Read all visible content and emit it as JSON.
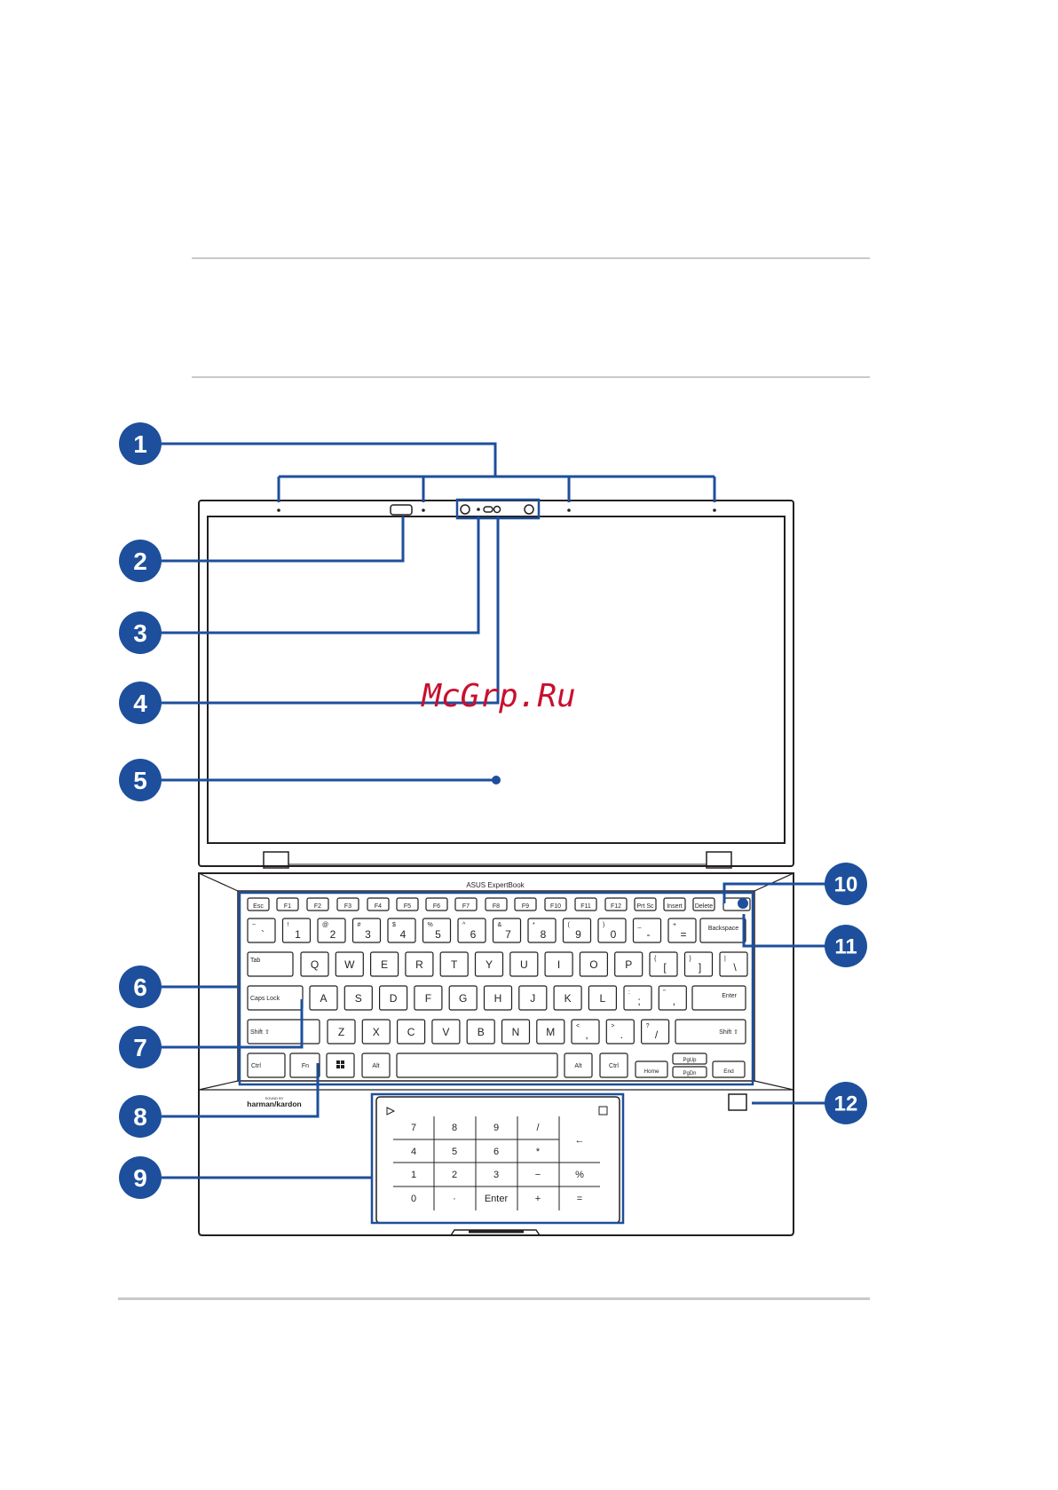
{
  "colors": {
    "callout": "#1d4f9c",
    "watermark": "#c8102e",
    "outline": "#231f20",
    "rule": "#c9c9c9"
  },
  "watermark": "McGrp.Ru",
  "brand": "ASUS ExpertBook",
  "speaker_brand": {
    "top": "SOUND BY",
    "name": "harman/kardon"
  },
  "callouts": [
    "1",
    "2",
    "3",
    "4",
    "5",
    "6",
    "7",
    "8",
    "9",
    "10",
    "11",
    "12"
  ],
  "keyboard": {
    "fn_row": [
      "Esc",
      "F1",
      "F2",
      "F3",
      "F4",
      "F5",
      "F6",
      "F7",
      "F8",
      "F9",
      "F10",
      "F11",
      "F12",
      "Prt Sc",
      "Insert",
      "Delete"
    ],
    "num_row": [
      {
        "top": "~",
        "main": "`"
      },
      {
        "top": "!",
        "main": "1"
      },
      {
        "top": "@",
        "main": "2"
      },
      {
        "top": "#",
        "main": "3"
      },
      {
        "top": "$",
        "main": "4"
      },
      {
        "top": "%",
        "main": "5"
      },
      {
        "top": "^",
        "main": "6"
      },
      {
        "top": "&",
        "main": "7"
      },
      {
        "top": "*",
        "main": "8"
      },
      {
        "top": "(",
        "main": "9"
      },
      {
        "top": ")",
        "main": "0"
      },
      {
        "top": "_",
        "main": "-"
      },
      {
        "top": "+",
        "main": "="
      }
    ],
    "backspace": "Backspace",
    "tab": "Tab",
    "q_row": [
      "Q",
      "W",
      "E",
      "R",
      "T",
      "Y",
      "U",
      "I",
      "O",
      "P"
    ],
    "q_row_end": [
      {
        "top": "{",
        "main": "["
      },
      {
        "top": "}",
        "main": "]"
      },
      {
        "top": "|",
        "main": "\\"
      }
    ],
    "caps": "Caps Lock",
    "a_row": [
      "A",
      "S",
      "D",
      "F",
      "G",
      "H",
      "J",
      "K",
      "L"
    ],
    "a_row_end": [
      {
        "top": ":",
        "main": ";"
      },
      {
        "top": "\"",
        "main": ","
      }
    ],
    "enter": "Enter",
    "shift_left": "Shift ⇧",
    "z_row": [
      "Z",
      "X",
      "C",
      "V",
      "B",
      "N",
      "M"
    ],
    "z_row_end": [
      {
        "top": "<",
        "main": ","
      },
      {
        "top": ">",
        "main": "."
      },
      {
        "top": "?",
        "main": "/"
      }
    ],
    "shift_right": "Shift ⇧",
    "ctrl_left": "Ctrl",
    "fn": "Fn",
    "alt_left": "Alt",
    "alt_right": "Alt",
    "ctrl_right": "Ctrl",
    "home": "Home",
    "pgup": "PgUp",
    "pgdn": "PgDn",
    "end": "End"
  },
  "numpad": {
    "rows": [
      [
        "7",
        "8",
        "9",
        "/"
      ],
      [
        "4",
        "5",
        "6",
        "*"
      ],
      [
        "1",
        "2",
        "3",
        "−"
      ],
      [
        "0",
        "·",
        "Enter",
        "+"
      ]
    ],
    "right": [
      "←",
      "%",
      "="
    ]
  }
}
